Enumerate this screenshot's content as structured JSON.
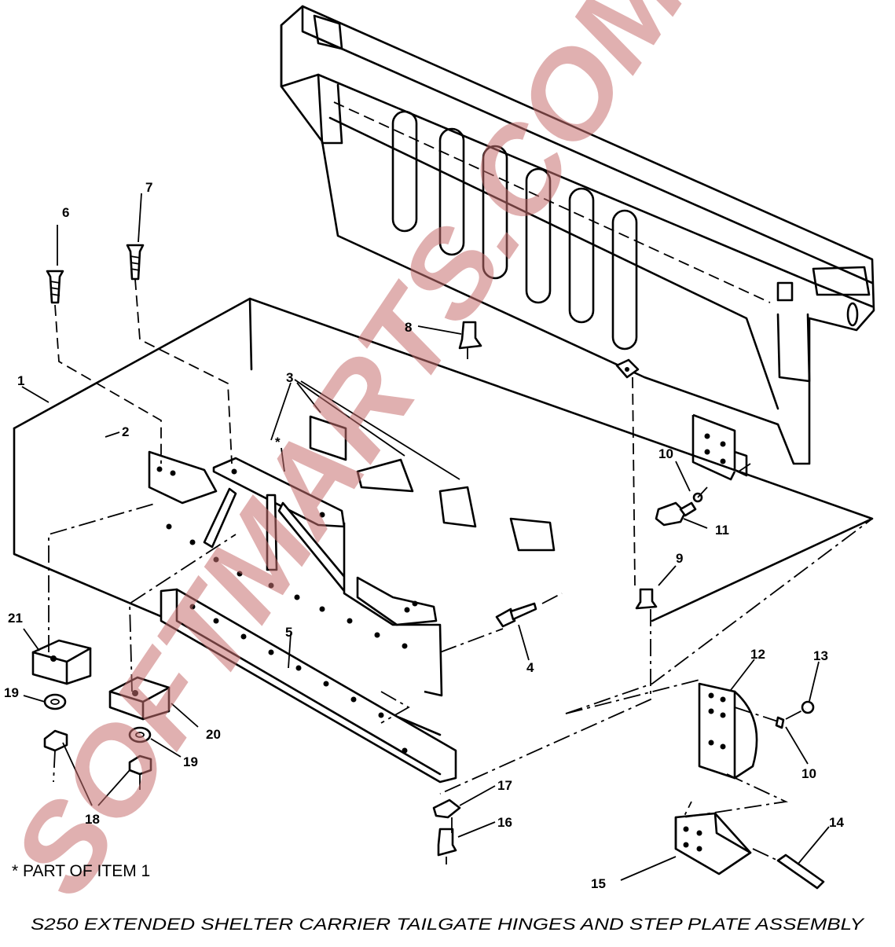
{
  "diagram": {
    "caption": "S250 EXTENDED SHELTER CARRIER TAILGATE HINGES AND STEP PLATE ASSEMBLY",
    "footnote": "* PART OF ITEM 1",
    "asterisk": "*",
    "watermark": "SOFTMARTS.COM",
    "callouts": {
      "c1": "1",
      "c2": "2",
      "c3": "3",
      "c4": "4",
      "c5": "5",
      "c6": "6",
      "c7": "7",
      "c8": "8",
      "c9": "9",
      "c10a": "10",
      "c10b": "10",
      "c11": "11",
      "c12": "12",
      "c13": "13",
      "c14": "14",
      "c15": "15",
      "c16": "16",
      "c17": "17",
      "c18": "18",
      "c19a": "19",
      "c19b": "19",
      "c20": "20",
      "c21": "21"
    }
  }
}
